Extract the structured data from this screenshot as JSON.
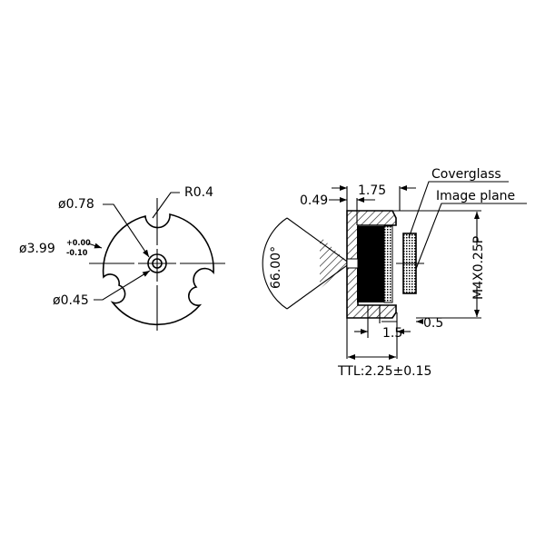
{
  "front_view": {
    "labels": {
      "radius": "R0.4",
      "inner_diameter": "ø0.78",
      "outer_diameter": "ø3.99",
      "outer_tol_upper": "+0.00",
      "outer_tol_lower": "-0.10",
      "aperture_diameter": "ø0.45"
    }
  },
  "side_view": {
    "labels": {
      "front_offset": "0.49",
      "body_length": "1.75",
      "field_of_view": "66.00°",
      "thread": "M4X0.25P",
      "coverglass": "Coverglass",
      "image_plane": "Image plane",
      "back_offset": "0.5",
      "flange": "1.5",
      "ttl": "TTL:2.25±0.15"
    }
  },
  "colors": {
    "line": "#000000",
    "background": "#ffffff"
  }
}
